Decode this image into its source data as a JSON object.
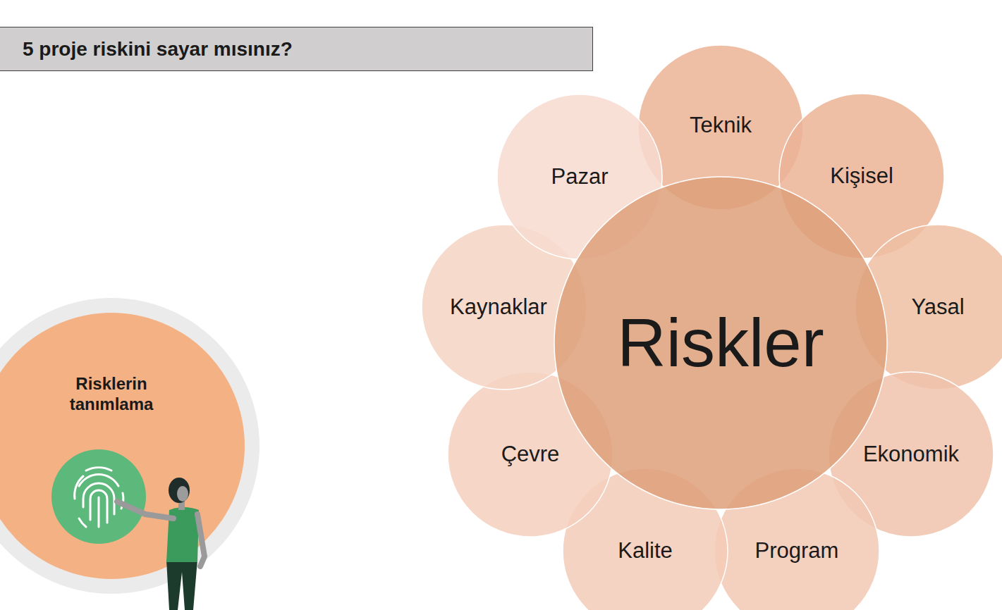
{
  "diagram": {
    "title": "5 proje riskini sayar mısınız?",
    "nodes": [
      {
        "text": [
          "Risklerin tanımlama"
        ]
      },
      {
        "text": [
          "Riskler"
        ]
      },
      {
        "text": [
          "Teknik"
        ]
      },
      {
        "text": [
          "Kişisel"
        ]
      },
      {
        "text": [
          "Yasal"
        ]
      },
      {
        "text": [
          "Ekonomik"
        ]
      },
      {
        "text": [
          "Program"
        ]
      },
      {
        "text": [
          "Kalite"
        ]
      },
      {
        "text": [
          "Çevre"
        ]
      },
      {
        "text": [
          "Kaynaklar"
        ]
      },
      {
        "text": [
          "Pazar"
        ]
      }
    ]
  }
}
